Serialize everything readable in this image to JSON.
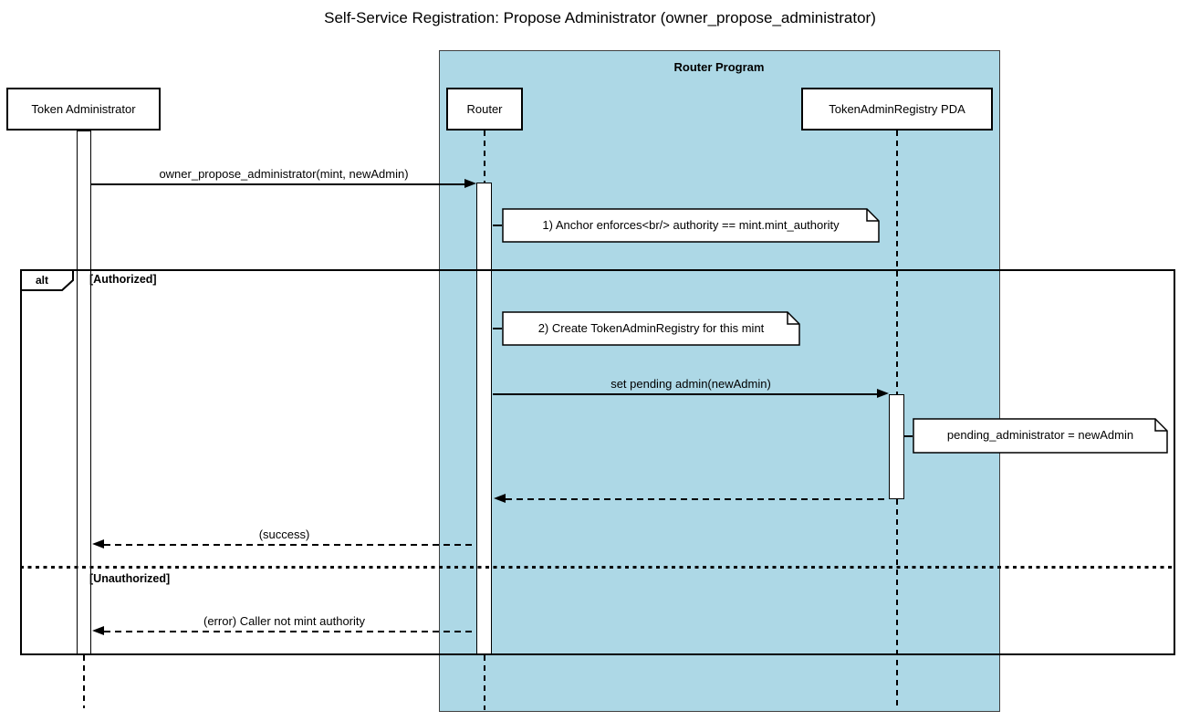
{
  "title": "Self-Service Registration: Propose Administrator (owner_propose_administrator)",
  "diagram": {
    "group_label": "Router Program",
    "participants": {
      "token_admin": "Token Administrator",
      "router": "Router",
      "registry": "TokenAdminRegistry PDA"
    },
    "messages": {
      "propose": "owner_propose_administrator(mint, newAdmin)",
      "set_pending": "set pending admin(newAdmin)",
      "success": "(success)",
      "error": "(error) Caller not mint authority"
    },
    "notes": {
      "note1": "1) Anchor enforces<br/> authority == mint.mint_authority",
      "note2": "2) Create TokenAdminRegistry for this mint",
      "note3": "pending_administrator = newAdmin"
    },
    "alt": {
      "label": "alt",
      "authorized": "[Authorized]",
      "unauthorized": "[Unauthorized]"
    }
  },
  "colors": {
    "group_fill": "#ADD8E6",
    "line": "#000000",
    "note_fill": "#FFFFFF",
    "background": "#FFFFFF"
  }
}
